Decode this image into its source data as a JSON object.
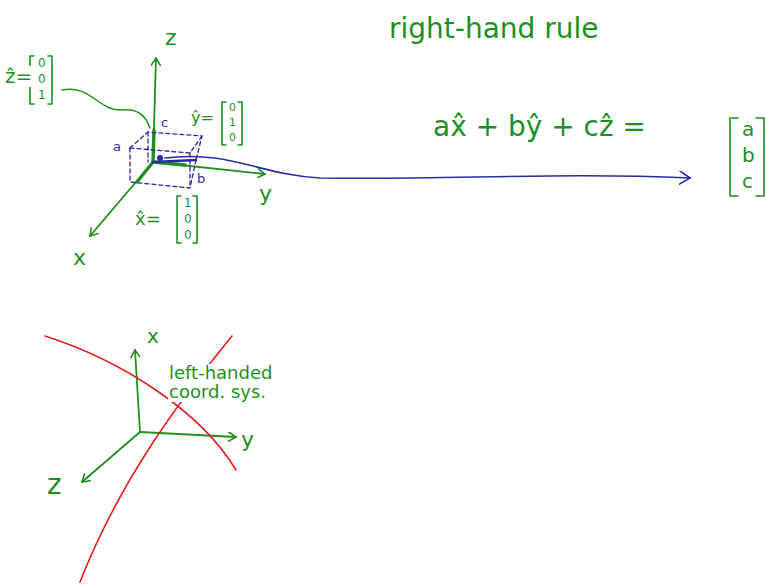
{
  "diagram": {
    "title": "right-hand rule",
    "labels": [
      "z",
      "ẑ=",
      "0",
      "0",
      "1",
      "ŷ=",
      "0",
      "1",
      "0",
      "a",
      "c",
      "b",
      "y",
      "x̂=",
      "1",
      "0",
      "0",
      "x",
      "ax̂ + bŷ + cẑ =",
      "a",
      "b",
      "c",
      "x",
      "left-handed coord. sys.",
      "y",
      "z"
    ]
  }
}
